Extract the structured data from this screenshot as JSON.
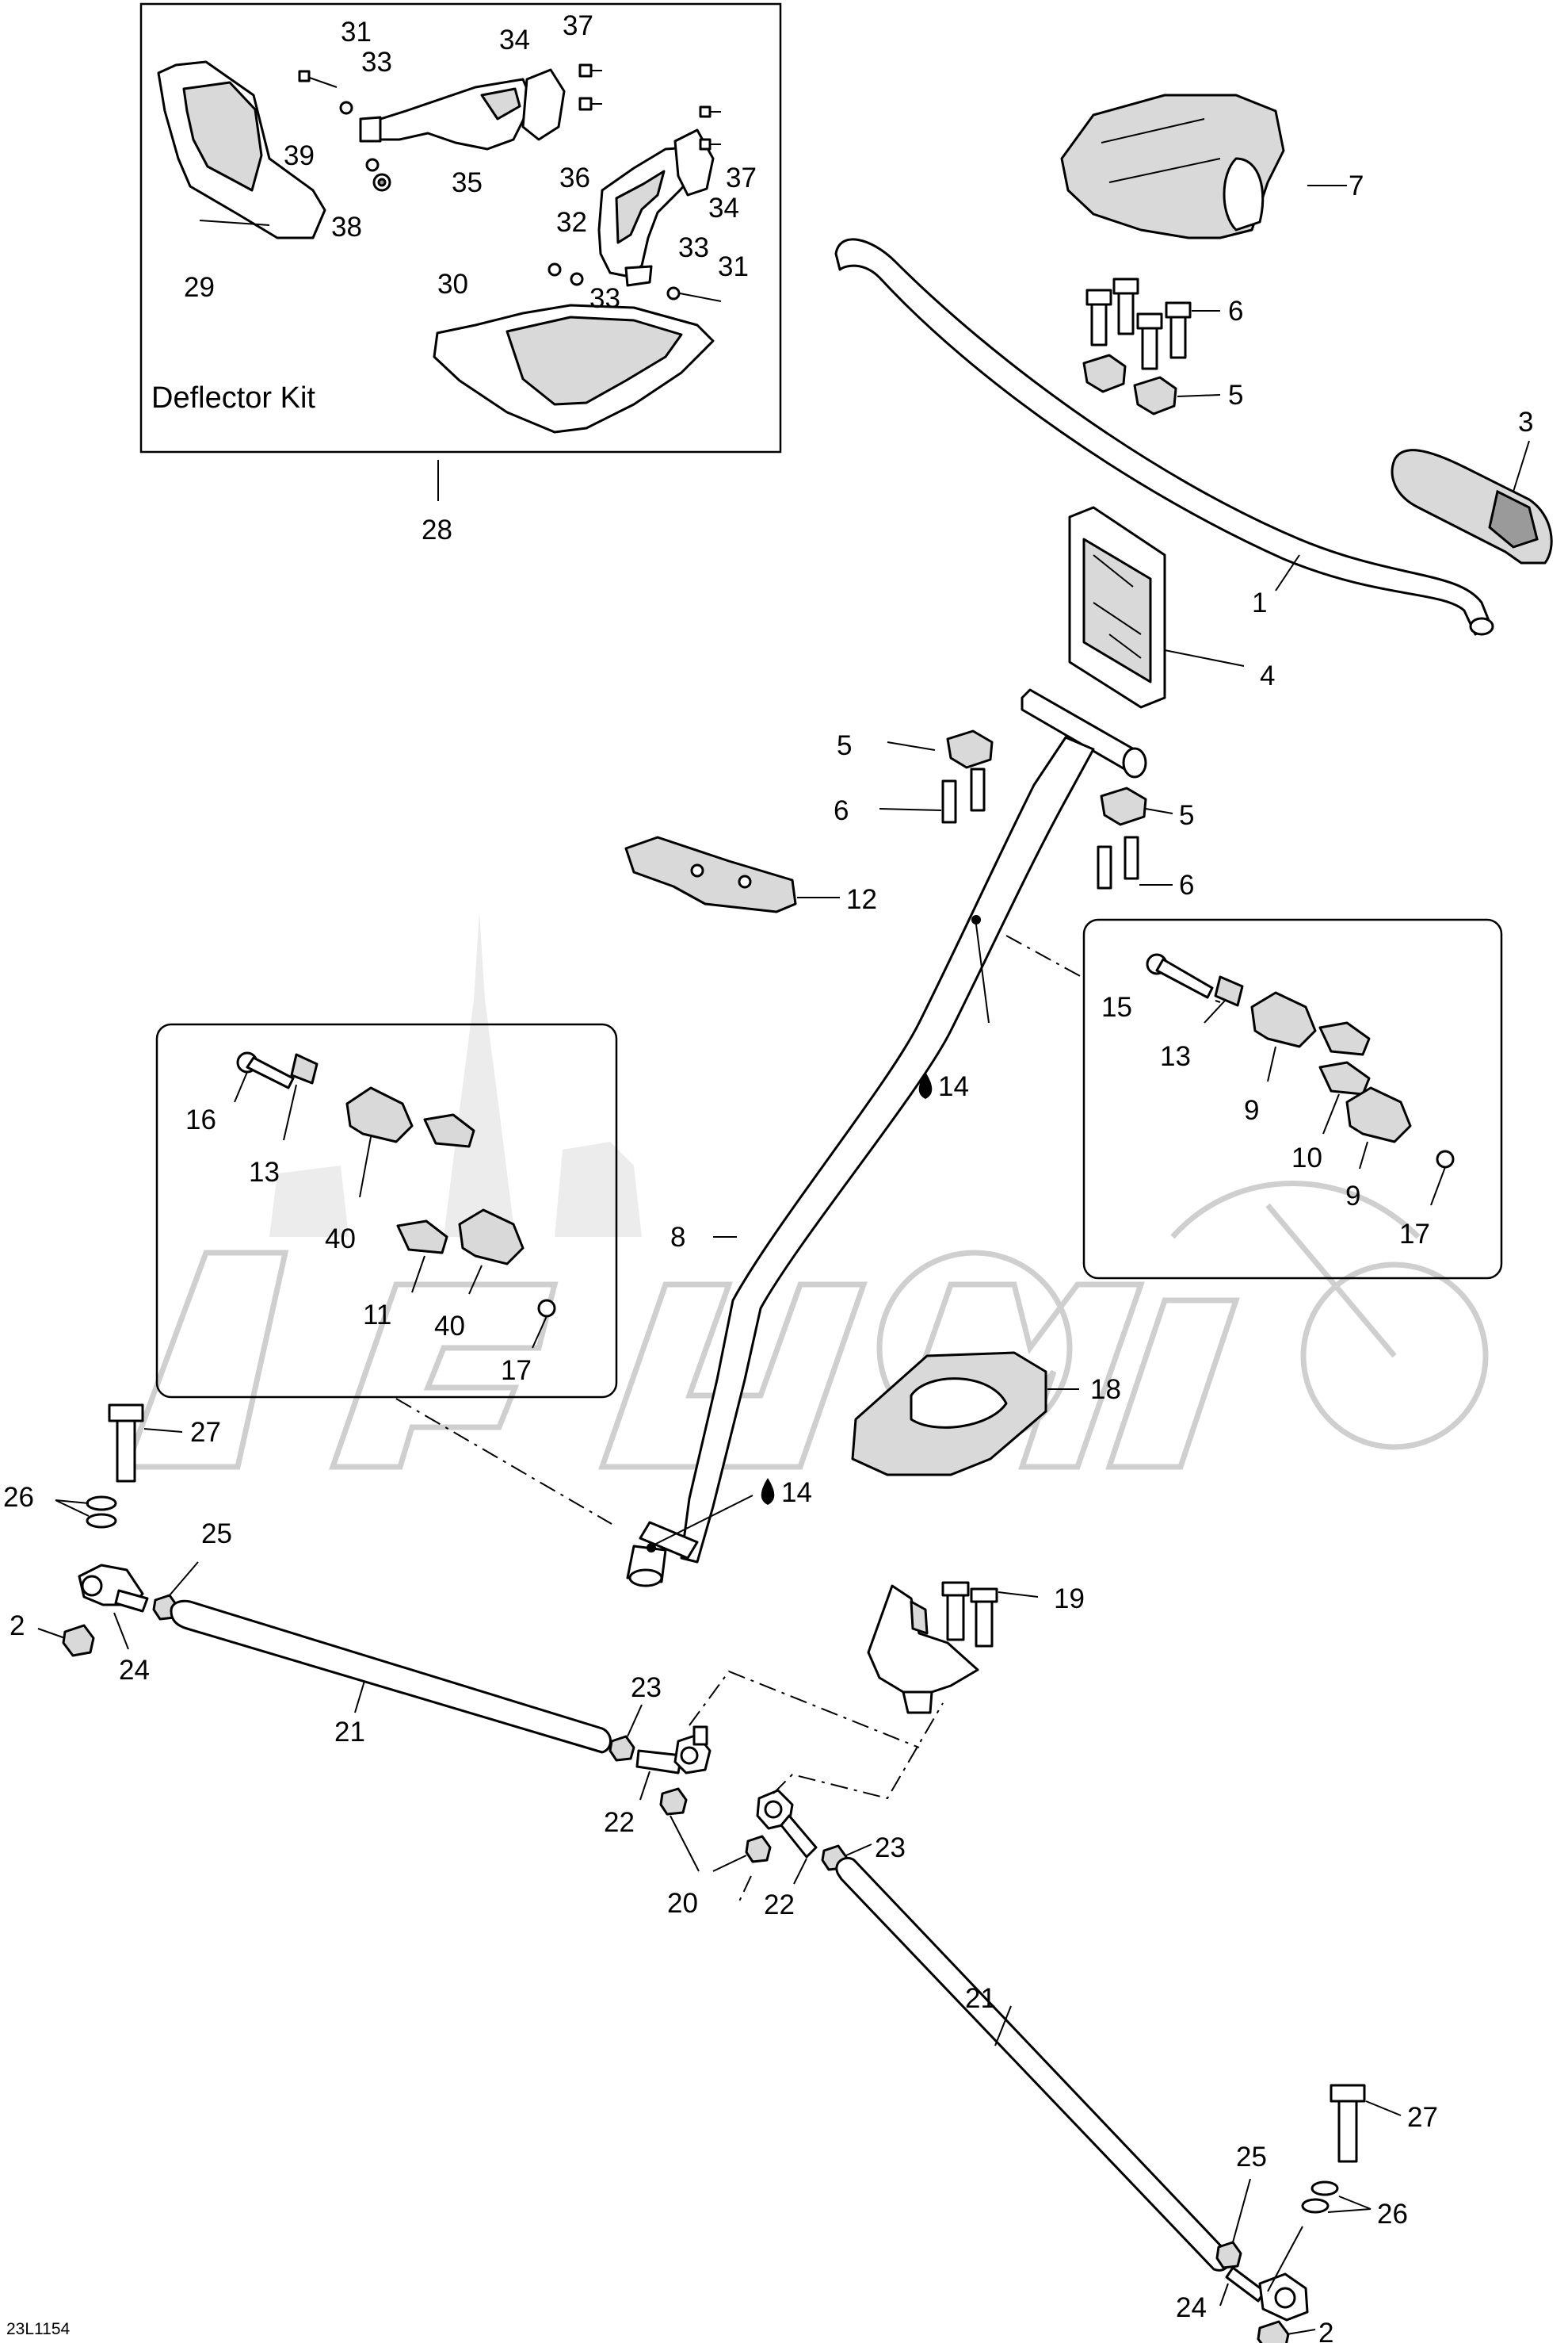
{
  "kit": {
    "title": "Deflector Kit"
  },
  "drawing_code": "23L1154",
  "callouts": {
    "c1": "1",
    "c2a": "2",
    "c2b": "2",
    "c3": "3",
    "c4": "4",
    "c5a": "5",
    "c5b": "5",
    "c5c": "5",
    "c6a": "6",
    "c6b": "6",
    "c6c": "6",
    "c7": "7",
    "c8": "8",
    "c9a": "9",
    "c9b": "9",
    "c10": "10",
    "c11": "11",
    "c12": "12",
    "c13a": "13",
    "c13b": "13",
    "c14a": "14",
    "c14b": "14",
    "c15": "15",
    "c16": "16",
    "c17a": "17",
    "c17b": "17",
    "c18": "18",
    "c19": "19",
    "c20": "20",
    "c21a": "21",
    "c21b": "21",
    "c22a": "22",
    "c22b": "22",
    "c23a": "23",
    "c23b": "23",
    "c24a": "24",
    "c24b": "24",
    "c25a": "25",
    "c25b": "25",
    "c26a": "26",
    "c26b": "26",
    "c27a": "27",
    "c27b": "27",
    "c28": "28",
    "c29": "29",
    "c30": "30",
    "c31a": "31",
    "c31b": "31",
    "c32": "32",
    "c33a": "33",
    "c33b": "33",
    "c33c": "33",
    "c34a": "34",
    "c34b": "34",
    "c35": "35",
    "c36": "36",
    "c37a": "37",
    "c37b": "37",
    "c38": "38",
    "c39": "39",
    "c40a": "40",
    "c40b": "40"
  },
  "icons": {
    "lubricant": "oil-drop-icon"
  }
}
